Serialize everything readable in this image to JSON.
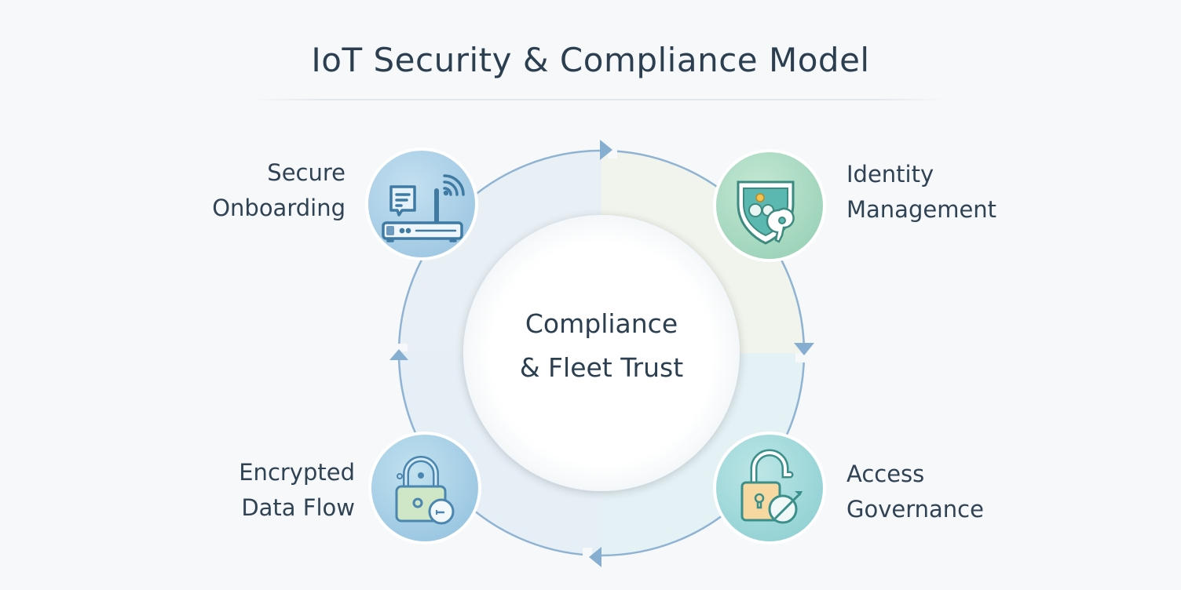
{
  "title": "IoT Security & Compliance Model",
  "center": {
    "line1": "Compliance",
    "line2": "& Fleet Trust"
  },
  "nodes": [
    {
      "id": "secure-onboarding",
      "line1": "Secure",
      "line2": "Onboarding",
      "icon": "router-wifi-icon",
      "position": "top-left",
      "color": "#a9cfe6"
    },
    {
      "id": "identity-management",
      "line1": "Identity",
      "line2": "Management",
      "icon": "shield-key-icon",
      "position": "top-right",
      "color": "#a6d8c0"
    },
    {
      "id": "access-governance",
      "line1": "Access",
      "line2": "Governance",
      "icon": "padlock-pen-icon",
      "position": "bottom-right",
      "color": "#9fd6d8"
    },
    {
      "id": "encrypted-data-flow",
      "line1": "Encrypted",
      "line2": "Data Flow",
      "icon": "padlock-key-icon",
      "position": "bottom-left",
      "color": "#a3cde3"
    }
  ],
  "flow": {
    "direction": "clockwise",
    "arrows": [
      "right",
      "down",
      "left",
      "up"
    ],
    "arrow_color": "#86aed0"
  },
  "colors": {
    "text": "#2b3f50",
    "ring_stroke": "#8fb3d3",
    "background": "#f7f8fa"
  }
}
